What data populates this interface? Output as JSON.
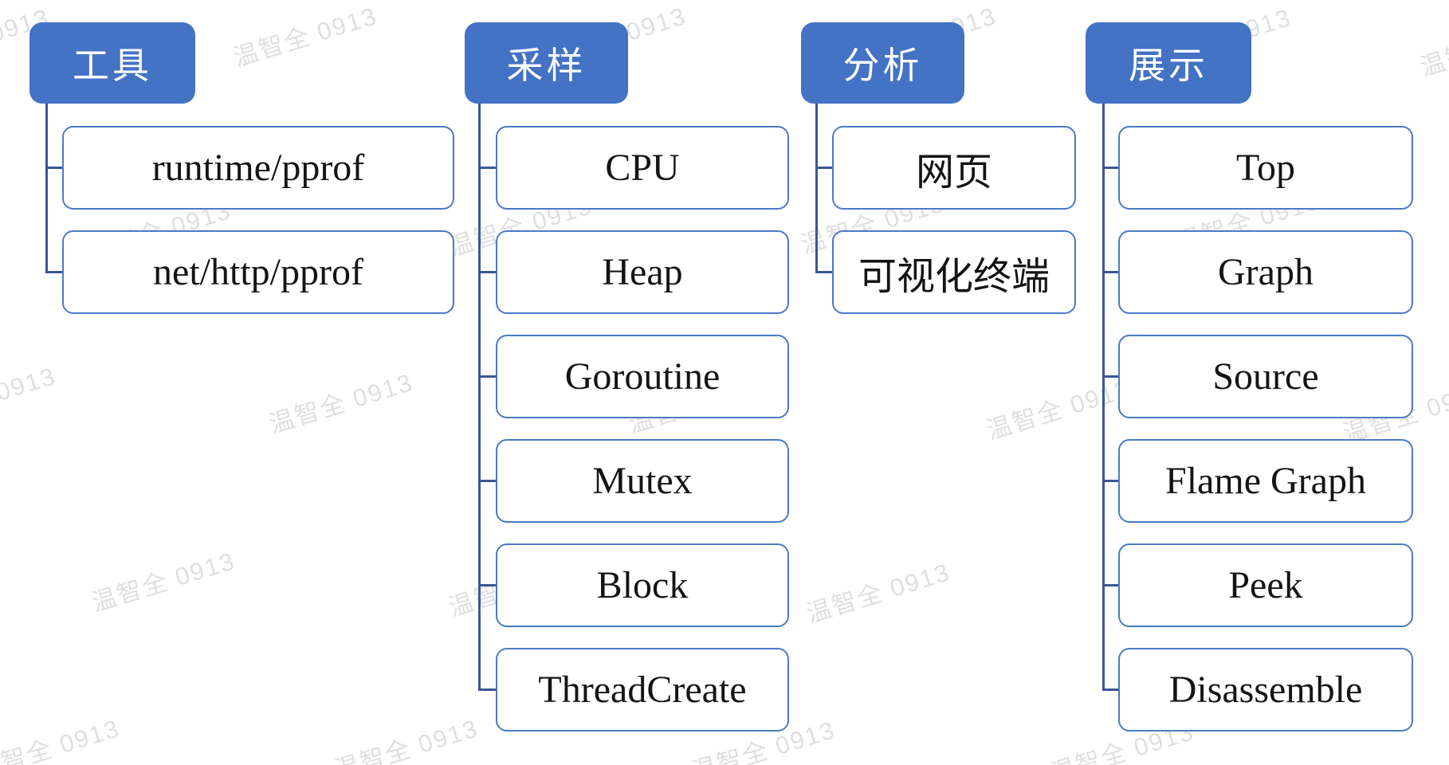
{
  "diagram": {
    "columns": [
      {
        "id": "tools",
        "header": "工具",
        "children": [
          "runtime/pprof",
          "net/http/pprof"
        ]
      },
      {
        "id": "sampling",
        "header": "采样",
        "children": [
          "CPU",
          "Heap",
          "Goroutine",
          "Mutex",
          "Block",
          "ThreadCreate"
        ]
      },
      {
        "id": "analysis",
        "header": "分析",
        "children": [
          "网页",
          "可视化终端"
        ]
      },
      {
        "id": "display",
        "header": "展示",
        "children": [
          "Top",
          "Graph",
          "Source",
          "Flame Graph",
          "Peek",
          "Disassemble"
        ]
      }
    ]
  },
  "watermark": {
    "text": "温智全 0913"
  },
  "colors": {
    "header_fill": "#4472C4",
    "header_text": "#ffffff",
    "box_border": "#4A7AC5",
    "connector": "#3A5795",
    "child_text": "#141414",
    "watermark": "#dfdfdf"
  }
}
